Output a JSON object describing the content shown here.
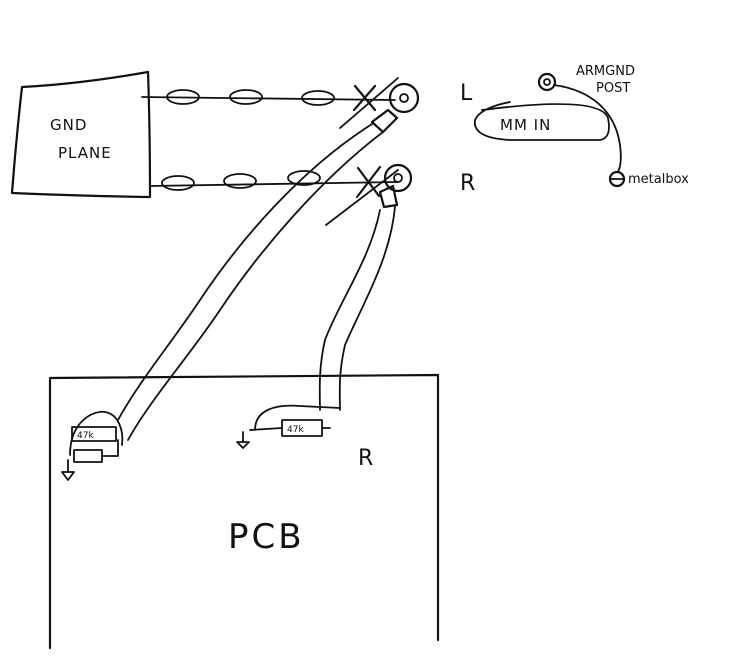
{
  "labels": {
    "gnd_plane_line1": "GND",
    "gnd_plane_line2": "PLANE",
    "channel_left": "L",
    "channel_right": "R",
    "mm_input": "MM IN",
    "arm_ground_line1": "ARMGND",
    "arm_ground_line2": "POST",
    "metal_box": "metalbox",
    "pcb": "PCB",
    "pcb_channel_right": "R",
    "resistor_left": "47k",
    "resistor_right": "47k"
  }
}
